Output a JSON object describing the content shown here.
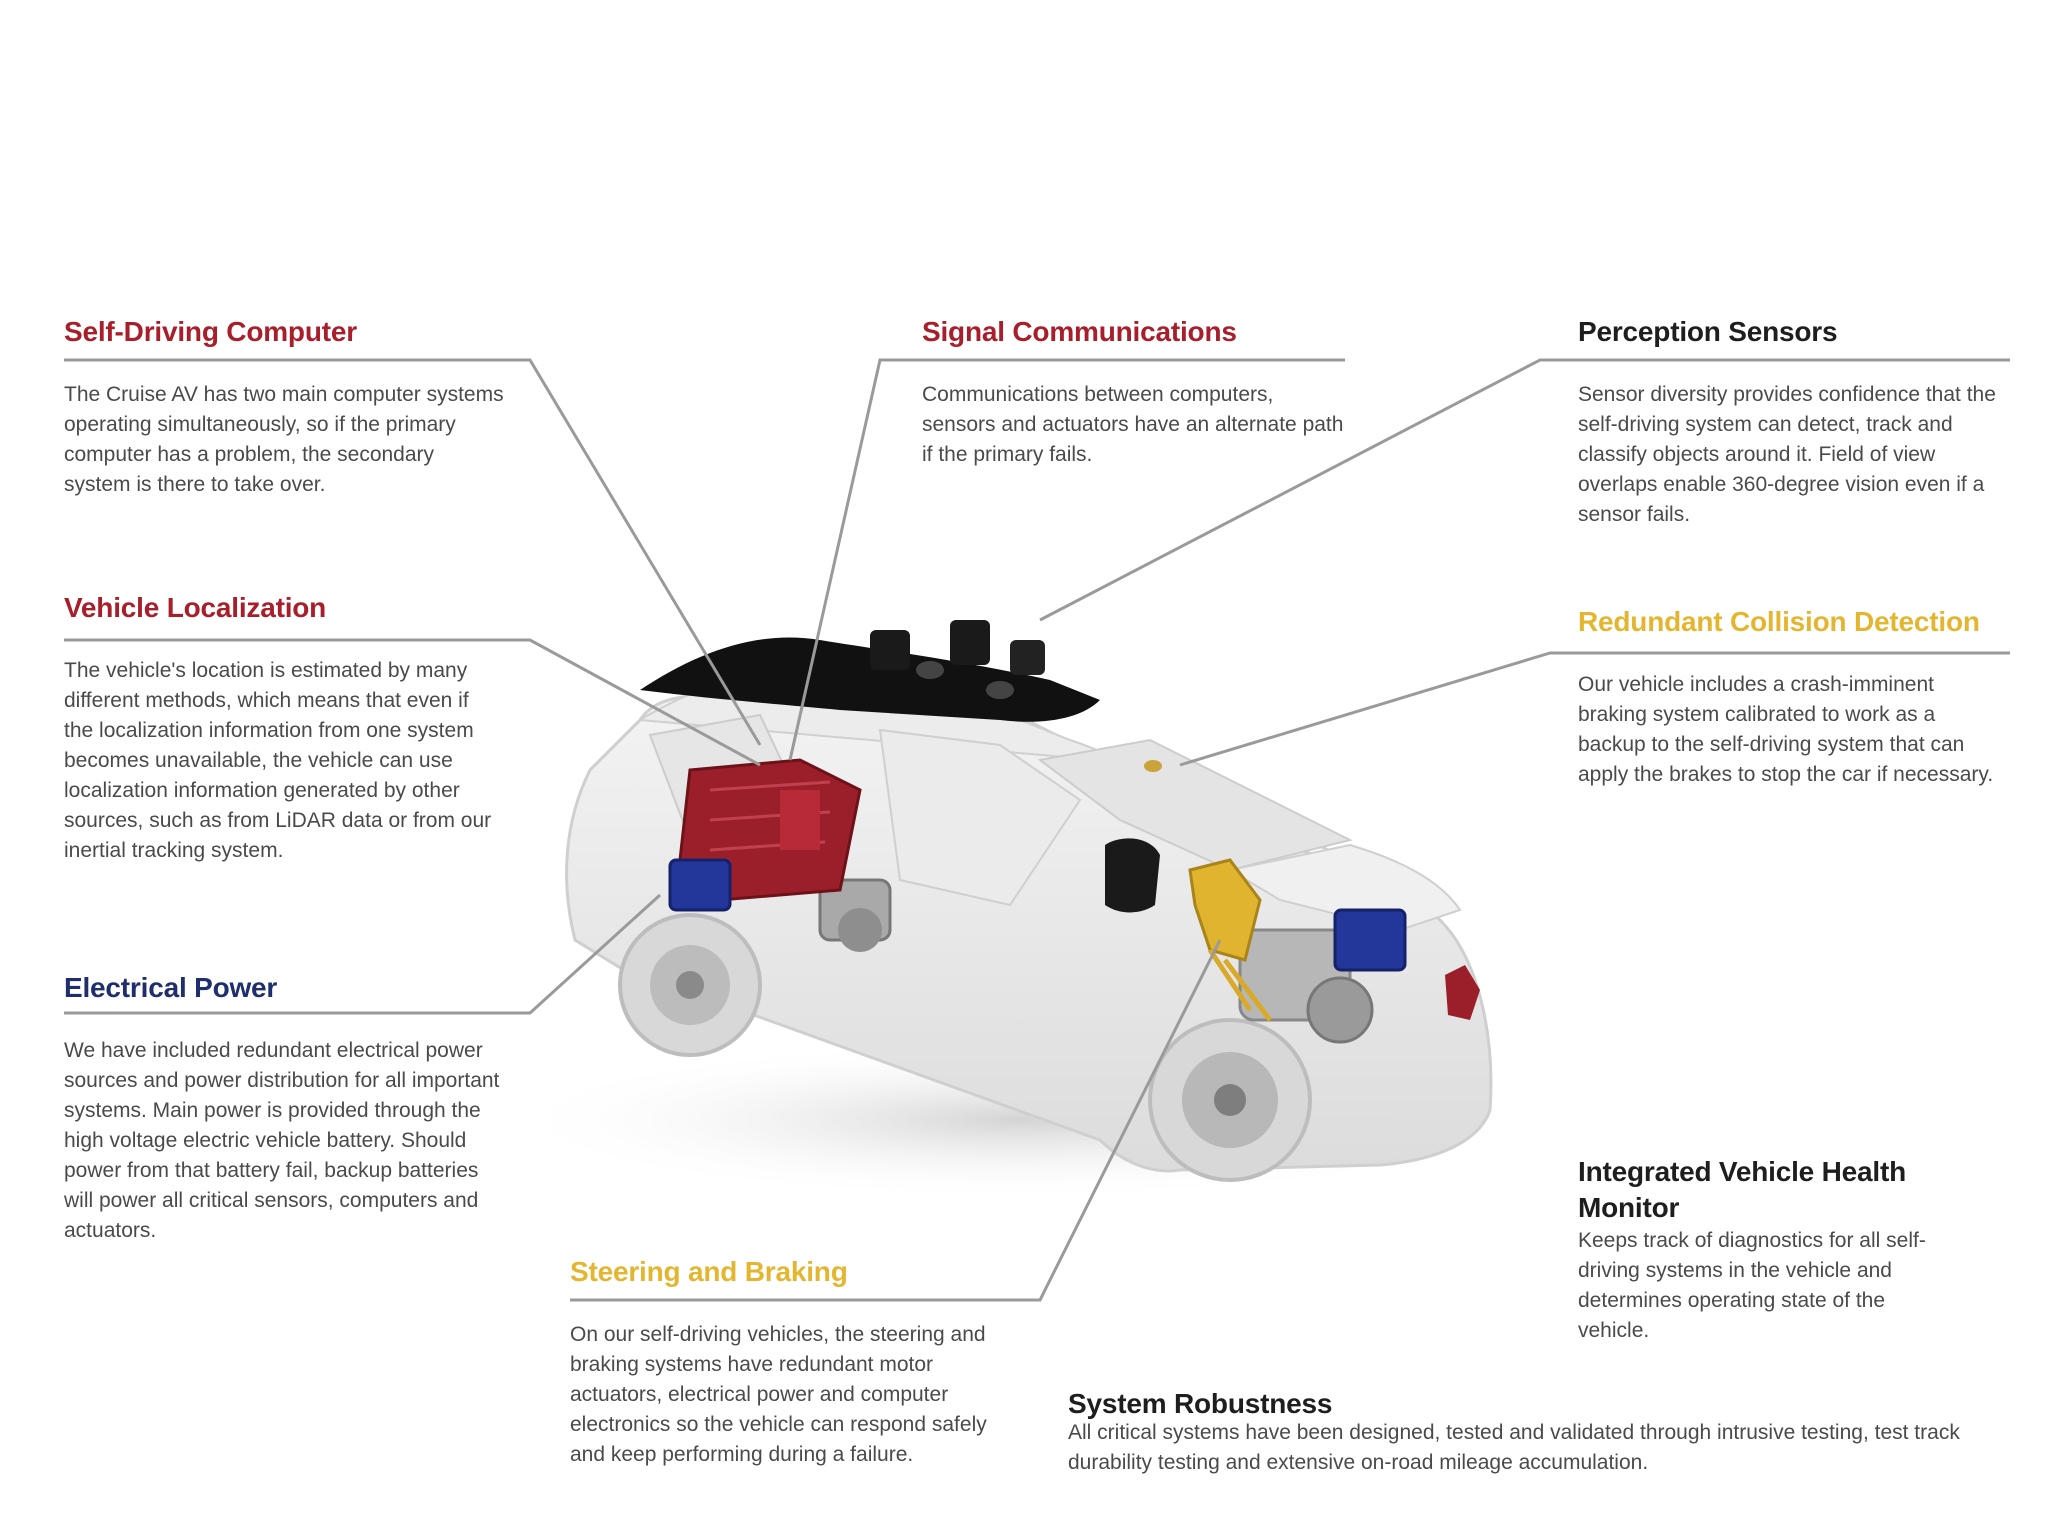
{
  "colors": {
    "red_title": "#a81e2a",
    "dark_title": "#1e1e1e",
    "navy_title": "#1f2f6e",
    "gold_title": "#e4b630",
    "body_text": "#4a4a4a",
    "leader_line": "#9a9a9a",
    "computer_highlight": "#9b1f2a",
    "power_highlight": "#23379a",
    "steering_highlight": "#e0b42e",
    "sensors_highlight": "#111111"
  },
  "callouts": {
    "self_driving_computer": {
      "title": "Self-Driving Computer",
      "body": "The Cruise AV has two main computer systems operating simultaneously, so if the primary computer has a problem, the secondary system is there to take over."
    },
    "signal_communications": {
      "title": "Signal Communications",
      "body": "Communications between computers, sensors and actuators have an alternate path if the primary fails."
    },
    "perception_sensors": {
      "title": "Perception Sensors",
      "body": "Sensor diversity provides confidence that the self-driving system can detect, track and classify objects around it. Field of view overlaps enable 360-degree vision even if a sensor fails."
    },
    "vehicle_localization": {
      "title": "Vehicle Localization",
      "body": "The vehicle's location is estimated by many different methods, which means that even if the localization information from one system becomes unavailable, the vehicle can use localization information generated by other sources, such as from LiDAR data or from our inertial tracking system."
    },
    "redundant_collision_detection": {
      "title": "Redundant Collision Detection",
      "body": "Our vehicle includes a crash-imminent braking system calibrated to work as a backup to the self-driving system that can apply the brakes to stop the car if necessary."
    },
    "electrical_power": {
      "title": "Electrical Power",
      "body": "We have included redundant electrical power sources and power distribution for all important systems. Main power is provided through the high voltage electric vehicle battery. Should power from that battery fail, backup batteries will power all critical sensors, computers and actuators."
    },
    "steering_and_braking": {
      "title": "Steering and Braking",
      "body": "On our self-driving vehicles, the steering and braking systems have redundant motor actuators, electrical power and computer electronics so the vehicle can respond safely and keep performing during a failure."
    },
    "integrated_vehicle_health_monitor": {
      "title": "Integrated Vehicle Health Monitor",
      "body": "Keeps track of diagnostics for all self-driving systems in the vehicle and determines operating state of the vehicle."
    },
    "system_robustness": {
      "title": "System Robustness",
      "body": "All critical systems have been designed, tested and validated through intrusive testing, test track durability testing and extensive on-road mileage accumulation."
    }
  }
}
